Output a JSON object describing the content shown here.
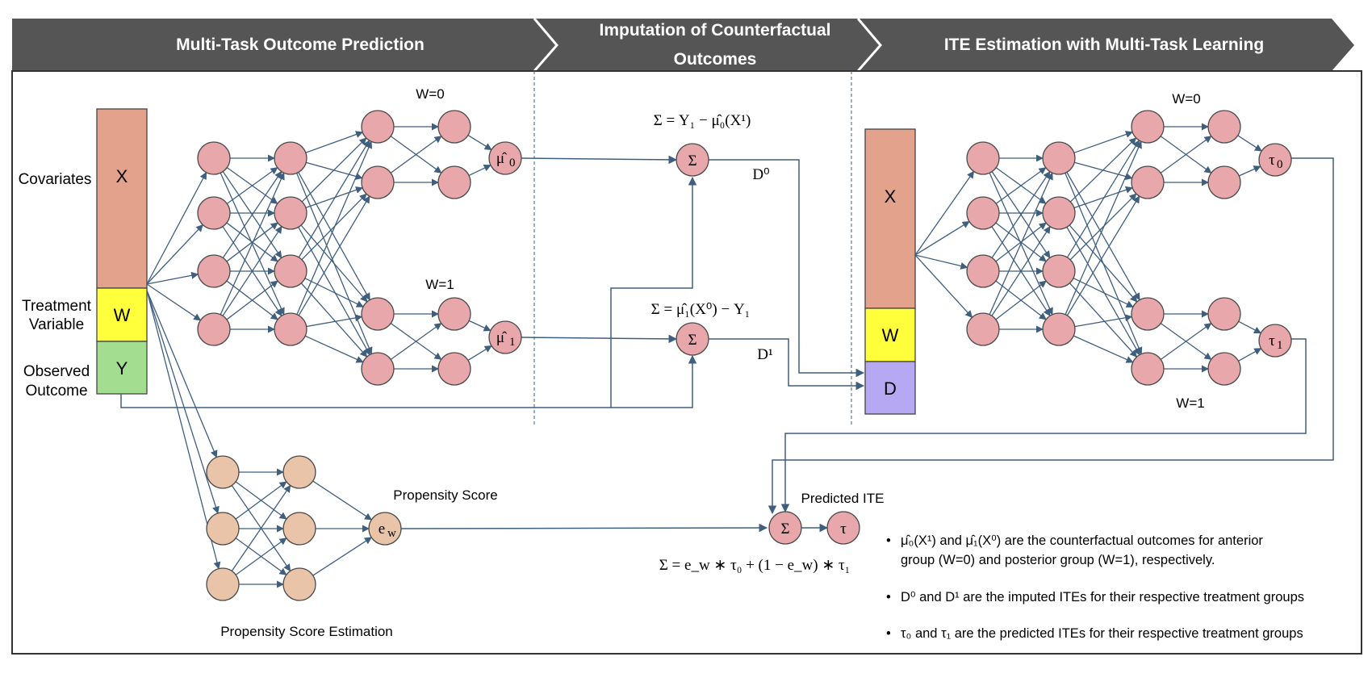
{
  "banners": {
    "section1": "Multi-Task Outcome Prediction",
    "section2_line1": "Imputation of Counterfactual",
    "section2_line2": "Outcomes",
    "section3": "ITE Estimation with Multi-Task Learning"
  },
  "input_labels": {
    "covariates": "Covariates",
    "treatment_line1": "Treatment",
    "treatment_line2": "Variable",
    "observed_line1": "Observed",
    "observed_line2": "Outcome"
  },
  "blocks": {
    "x": "X",
    "w": "W",
    "y": "Y",
    "d": "D",
    "colors": {
      "x": "#e3a28c",
      "w": "#ffff3b",
      "y": "#a3de90",
      "d": "#b6a8f3"
    }
  },
  "branches": {
    "w0": "W=0",
    "w1": "W=1"
  },
  "node_labels": {
    "mu0": "μ̂",
    "mu0_sub": "0",
    "mu1": "μ̂",
    "mu1_sub": "1",
    "sigma": "Σ",
    "tau0": "τ",
    "tau0_sub": "0",
    "tau1": "τ",
    "tau1_sub": "1",
    "ew": "e",
    "ew_sub": "w",
    "tau": "τ"
  },
  "formulas": {
    "sigma_top": "Σ = Y₁ − μ̂₀(X¹)",
    "sigma_bottom": "Σ = μ̂₁(X⁰) − Y₁",
    "d0": "D⁰",
    "d1": "D¹",
    "final": "Σ = e_w ∗ τ₀ + (1 − e_w) ∗ τ₁"
  },
  "labels": {
    "propensity_score": "Propensity Score",
    "propensity_estimation": "Propensity Score Estimation",
    "predicted_ite": "Predicted ITE"
  },
  "notes": {
    "bullet1_line1": "μ̂₀(X¹) and μ̂₁(X⁰) are the counterfactual outcomes for anterior",
    "bullet1_line2": "group (W=0) and posterior group (W=1), respectively.",
    "bullet2": "D⁰ and D¹ are the imputed ITEs for their respective treatment groups",
    "bullet3": "τ₀ and τ₁ are the predicted ITEs for their respective treatment groups"
  },
  "colors": {
    "banner": "#555555",
    "node_pink": "#e8a7aa",
    "node_tan": "#e9c4a8",
    "edge": "#3f5f7f"
  }
}
